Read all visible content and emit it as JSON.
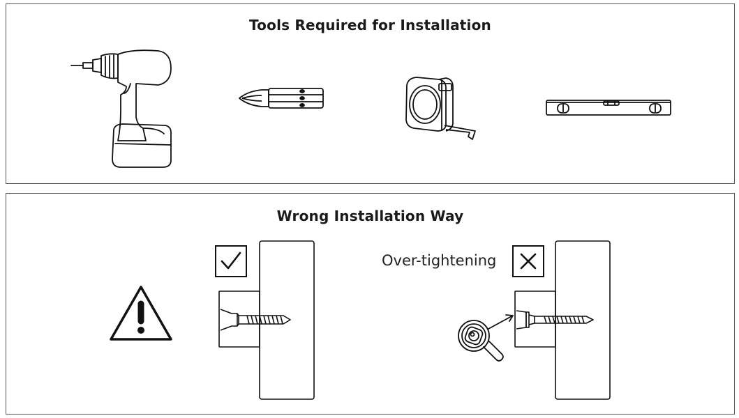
{
  "tools_panel": {
    "title": "Tools Required for Installation",
    "tools": [
      "drill-icon",
      "screwdriver-bit-icon",
      "tape-measure-icon",
      "spirit-level-icon"
    ]
  },
  "wrong_panel": {
    "title": "Wrong Installation Way",
    "correct_example": {
      "mark": "checkmark-icon"
    },
    "wrong_example": {
      "label": "Over-tightening",
      "mark": "cross-icon"
    }
  }
}
